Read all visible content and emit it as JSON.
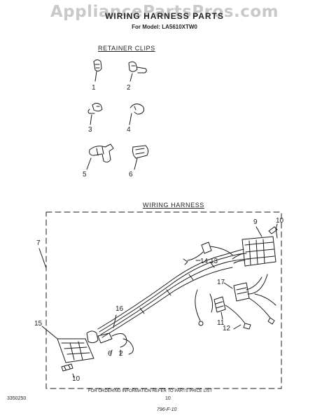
{
  "header": {
    "watermark": "AppliancePartsPros.com",
    "title": "WIRING HARNESS PARTS",
    "model_line": "For Model: LA5610XTW0"
  },
  "retainer_clips": {
    "heading": "RETAINER CLIPS",
    "callouts": [
      "1",
      "2",
      "3",
      "4",
      "5",
      "6"
    ]
  },
  "wiring_harness": {
    "heading": "WIRING HARNESS",
    "callouts": {
      "c7": "7",
      "c9": "9",
      "c10_top": "10",
      "c14": "14",
      "c13": "13",
      "c17": "17",
      "c16": "16",
      "c15": "15",
      "c11": "11",
      "c12": "12",
      "c6": "6",
      "c2": "2",
      "c10_bottom": "10"
    }
  },
  "footer": {
    "doc_number": "3350250",
    "ordering_note": "FOR ORDERING INFORMATION REFER TO PARTS PRICE LIST",
    "page_number": "10",
    "handwritten_code": "796-F-10"
  }
}
